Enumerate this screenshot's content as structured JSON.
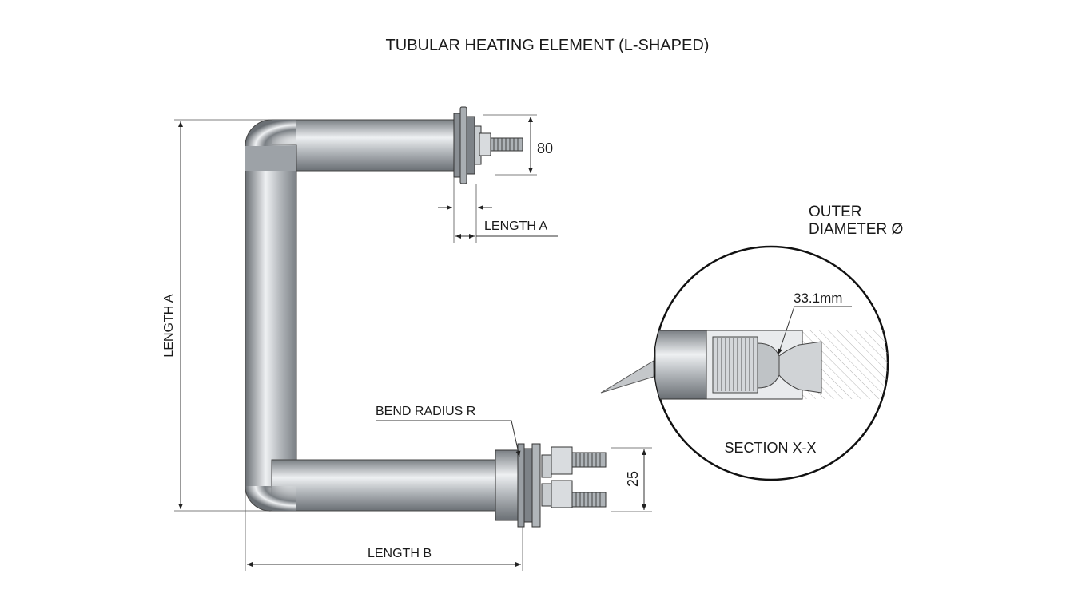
{
  "title": "TUBULAR HEATING ELEMENT (L-SHAPED)",
  "dimensions": {
    "height_label": "LENGTH A",
    "top_offset_label": "LENGTH A",
    "bottom_label": "LENGTH B",
    "top_terminal_value": "80",
    "bottom_terminal_value": "25",
    "bend_label": "BEND RADIUS R"
  },
  "section": {
    "od_label_line1": "OUTER",
    "od_label_line2": "DIAMETER Ø",
    "od_value": "33.1mm",
    "caption": "SECTION X-X"
  },
  "colors": {
    "tube_dark": "#6e7378",
    "tube_light": "#e8eaec",
    "line": "#1a1a1a"
  }
}
